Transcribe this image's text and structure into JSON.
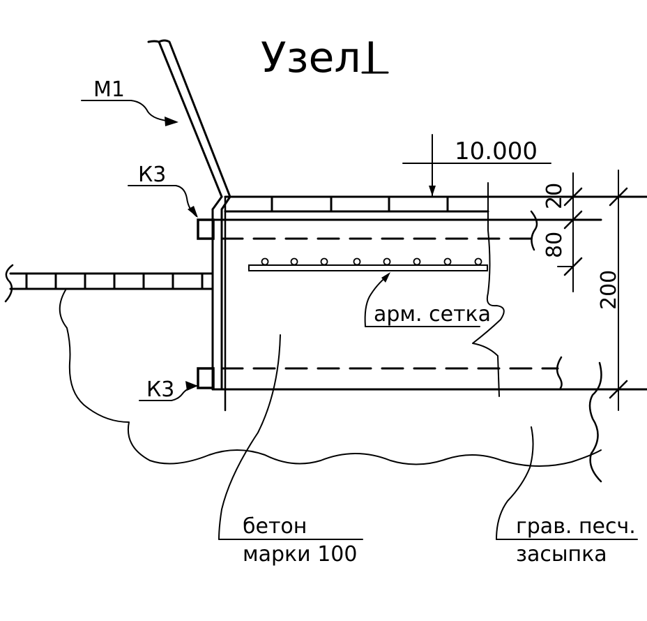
{
  "title": {
    "main": "Узел",
    "numeral": "I"
  },
  "labels": {
    "m1": "М1",
    "k3_top": "К3",
    "k3_bottom": "К3",
    "level": "10.000",
    "dim_20": "20",
    "dim_80": "80",
    "dim_200": "200",
    "mesh": "арм. сетка",
    "concrete_line1": "бетон",
    "concrete_line2": "марки 100",
    "gravel_line1": "грав. песч.",
    "gravel_line2": "засыпка"
  },
  "colors": {
    "ink": "#000000",
    "background": "#ffffff"
  }
}
